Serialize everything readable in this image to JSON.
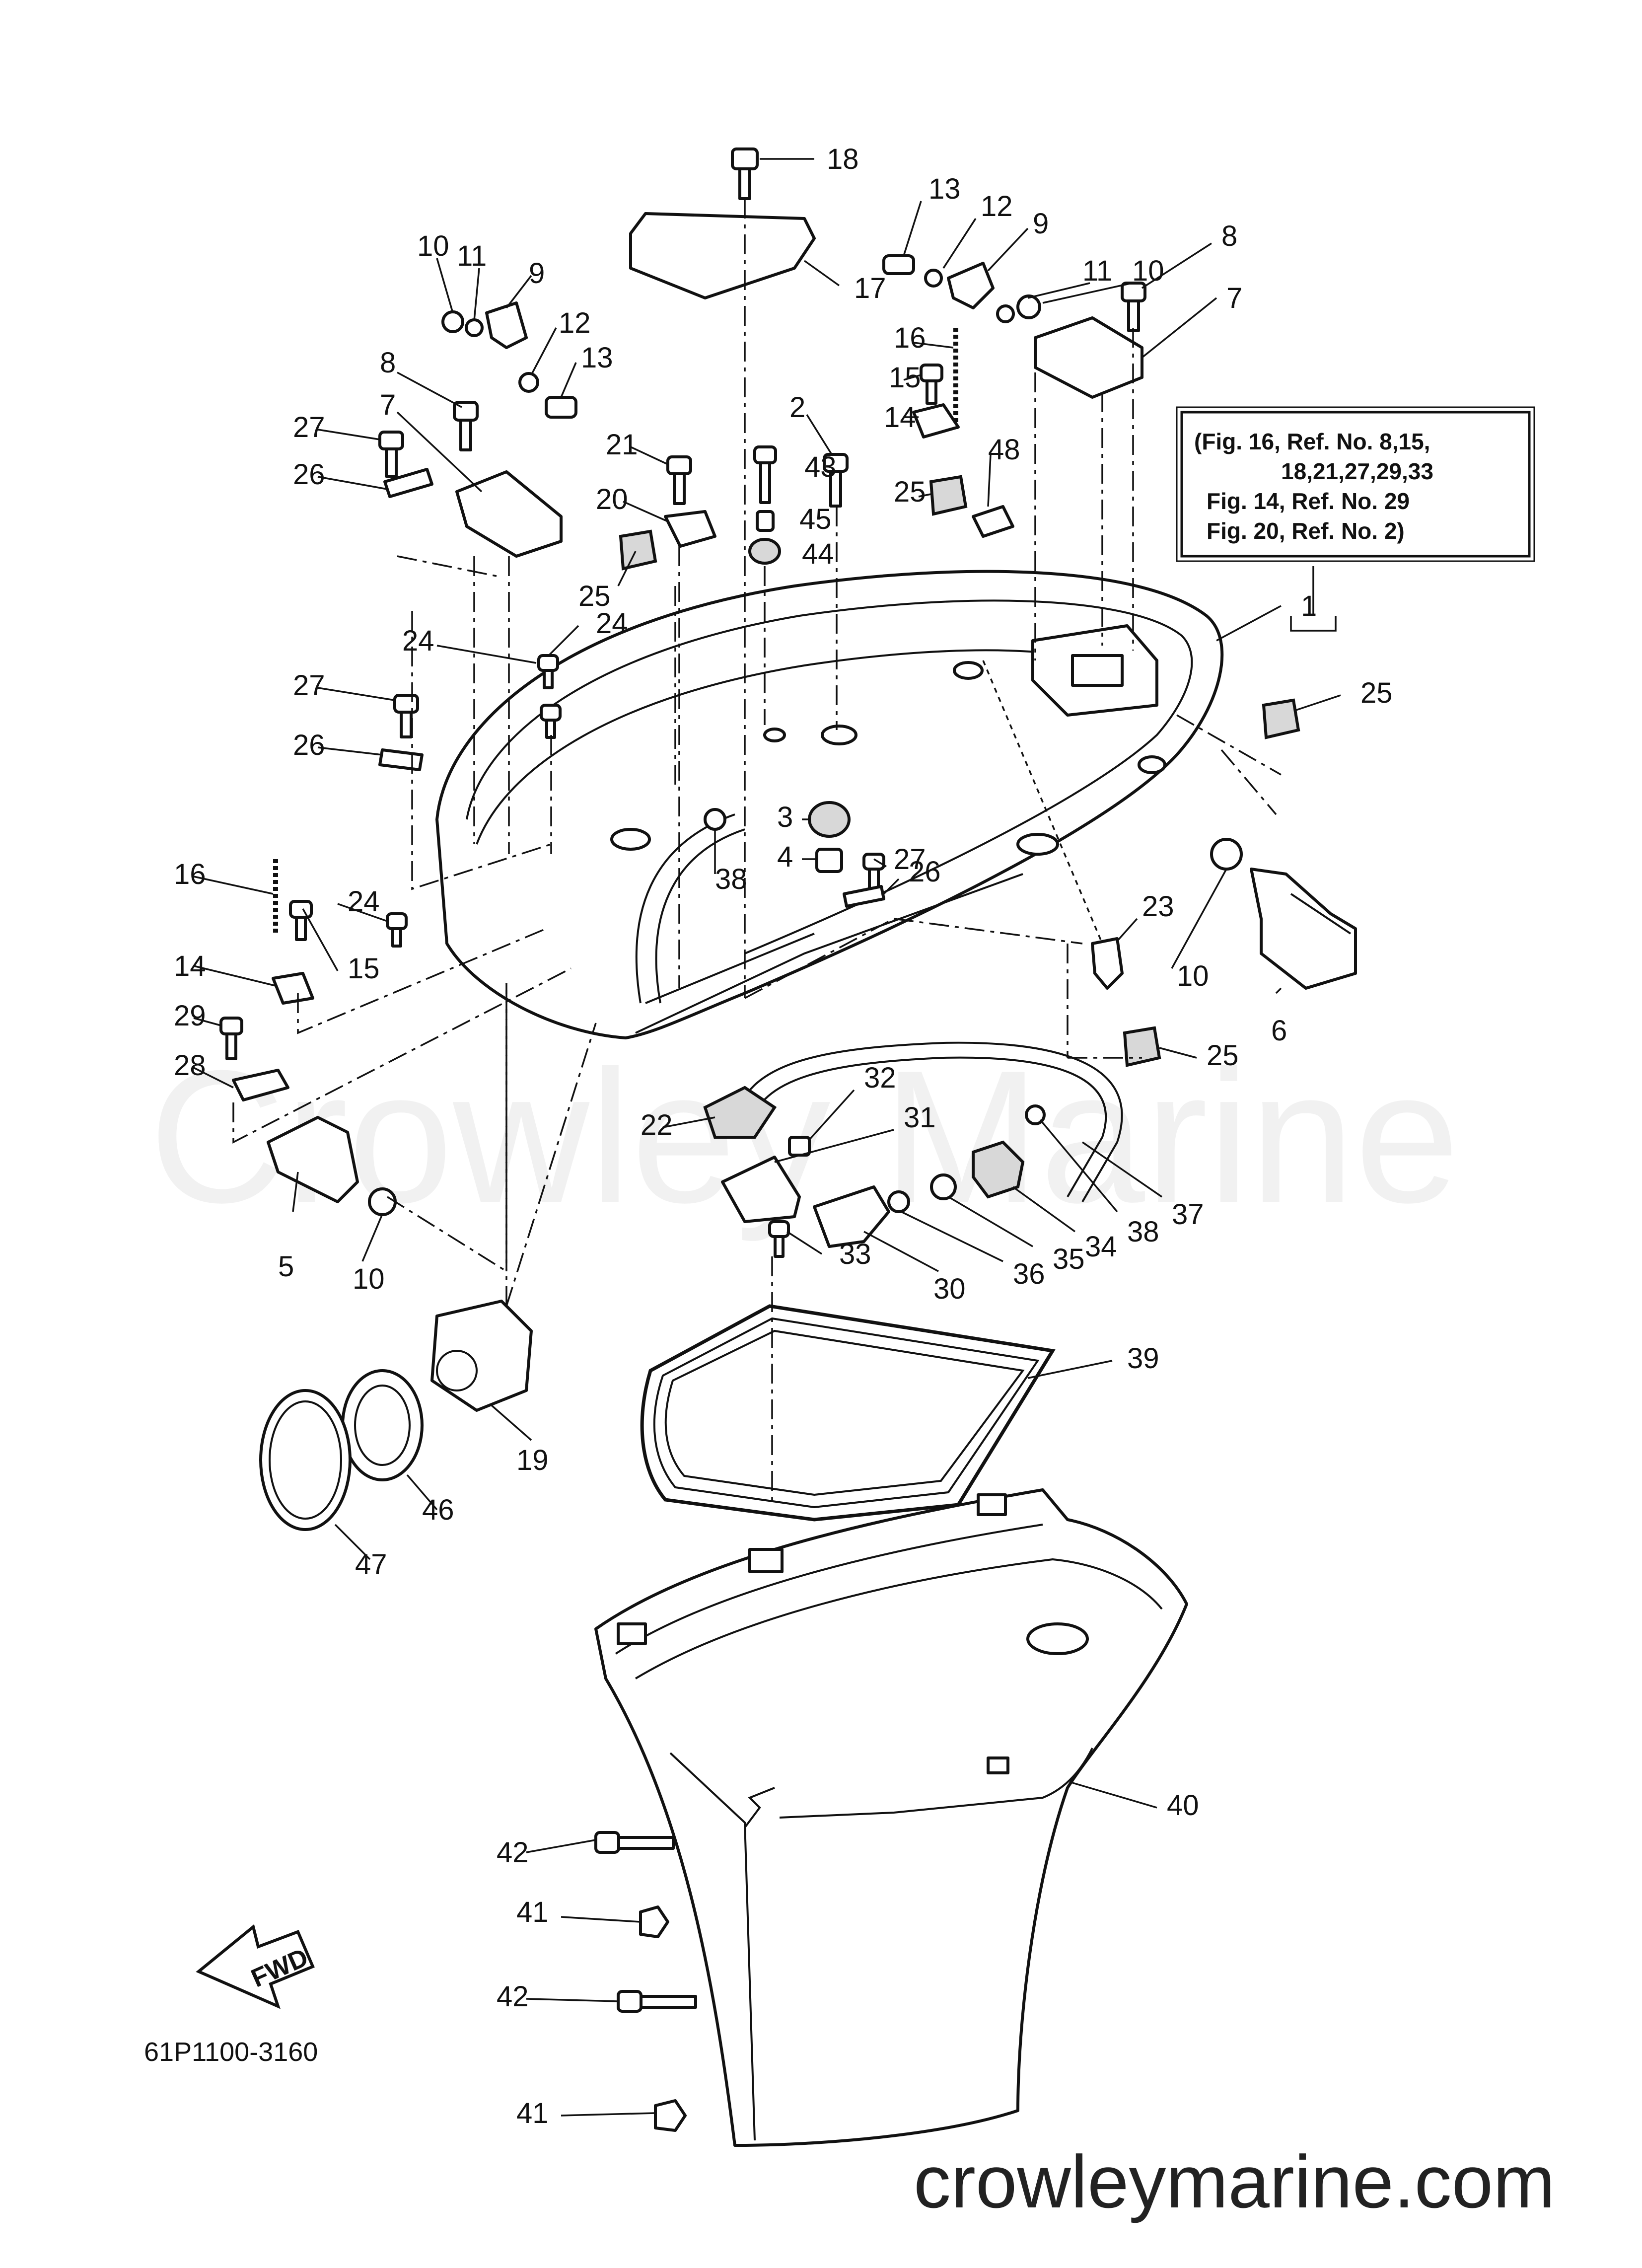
{
  "watermark": "Crowley Marine",
  "site_text": "crowleymarine.com",
  "diagram_code": "61P1100-3160",
  "fwd_label": "FWD",
  "note_lines": [
    "(Fig. 16, Ref. No. 8,15,",
    "18,21,27,29,33",
    "Fig. 14, Ref. No. 29",
    "Fig. 20, Ref. No. 2)"
  ],
  "callouts": [
    "18",
    "13",
    "12",
    "9",
    "8",
    "11",
    "10",
    "7",
    "17",
    "16",
    "15",
    "14",
    "10",
    "11",
    "9",
    "12",
    "13",
    "8",
    "7",
    "27",
    "26",
    "21",
    "20",
    "2",
    "43",
    "45",
    "44",
    "25",
    "48",
    "25",
    "1",
    "24",
    "24",
    "27",
    "26",
    "25",
    "3",
    "27",
    "4",
    "26",
    "38",
    "16",
    "24",
    "15",
    "14",
    "29",
    "28",
    "23",
    "10",
    "6",
    "25",
    "32",
    "31",
    "22",
    "5",
    "10",
    "33",
    "30",
    "36",
    "35",
    "34",
    "38",
    "37",
    "39",
    "19",
    "46",
    "47",
    "40",
    "42",
    "41",
    "42",
    "41"
  ]
}
